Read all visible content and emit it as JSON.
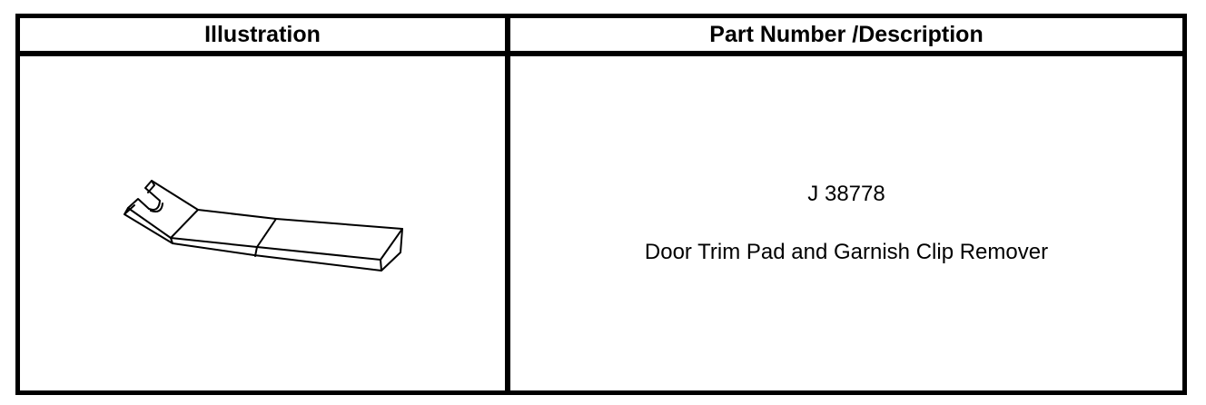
{
  "table": {
    "headers": [
      {
        "label": "Illustration"
      },
      {
        "label": "Part Number /Description"
      }
    ],
    "row": {
      "part_number": "J 38778",
      "description": "Door Trim Pad and Garnish Clip Remover"
    }
  },
  "colors": {
    "border": "#000000",
    "background": "#ffffff",
    "text": "#000000"
  }
}
